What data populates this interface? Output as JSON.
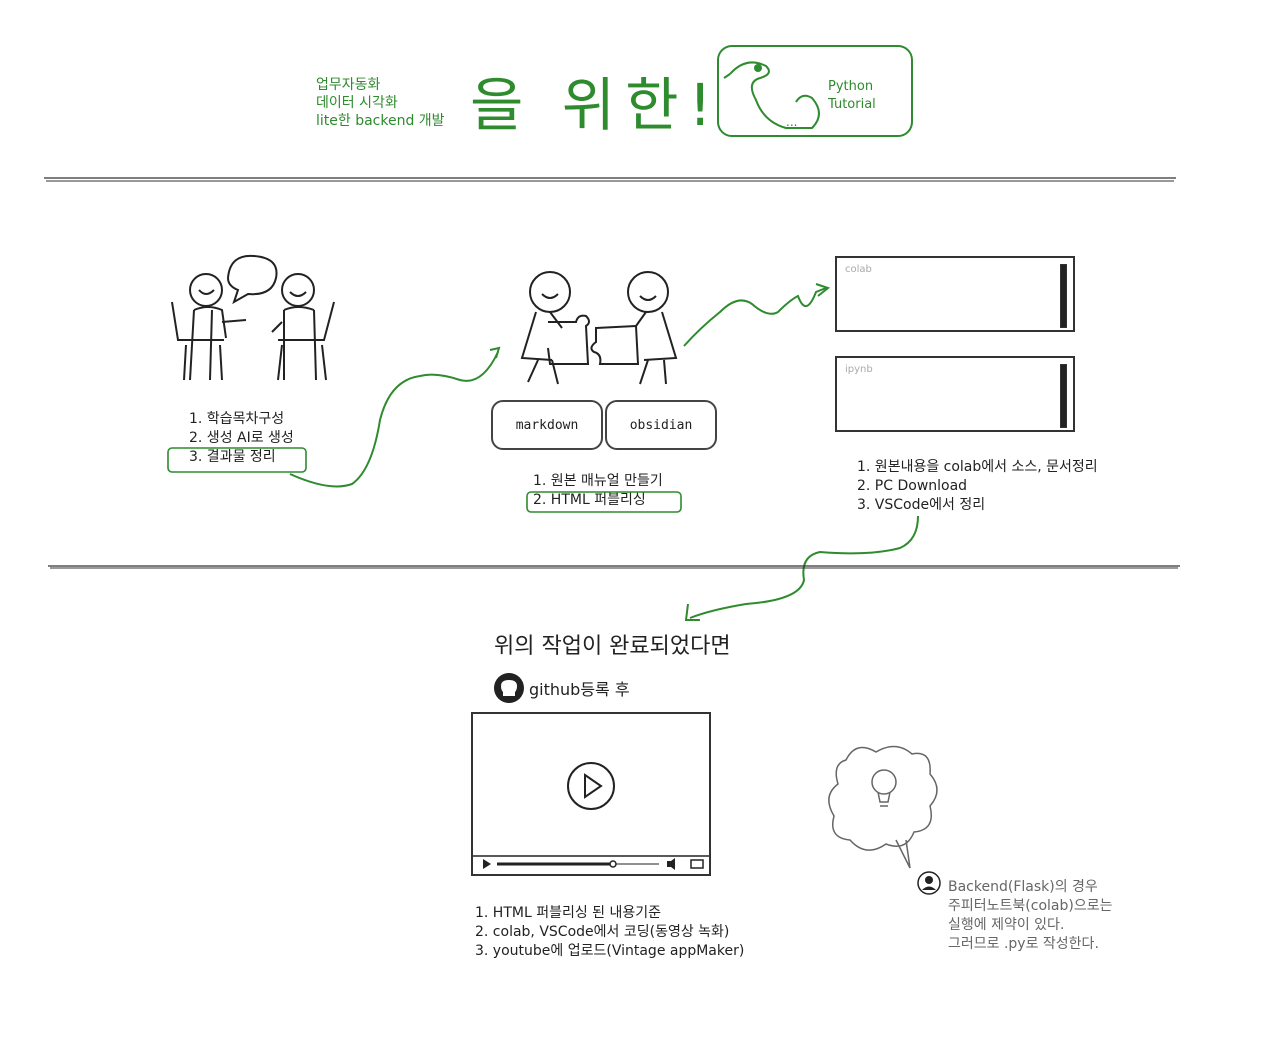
{
  "header": {
    "sub_lines": [
      "업무자동화",
      "데이터 시각화",
      "lite한 backend 개발"
    ],
    "title": "을 위한!",
    "badge": [
      "Python",
      "Tutorial"
    ]
  },
  "stage1": {
    "items": [
      "1. 학습목차구성",
      "2. 생성 AI로 생성",
      "3. 결과물 정리"
    ]
  },
  "stage2": {
    "pills": [
      "markdown",
      "obsidian"
    ],
    "items": [
      "1. 원본 매뉴얼 만들기",
      "2. HTML 퍼블리싱"
    ]
  },
  "stage3": {
    "panels": [
      "colab",
      "ipynb"
    ],
    "items": [
      "1. 원본내용을 colab에서 소스, 문서정리",
      "2. PC Download",
      "3. VSCode에서 정리"
    ]
  },
  "bottom": {
    "heading": "위의 작업이 완료되었다면",
    "github_label": "github등록 후",
    "items": [
      "1.  HTML 퍼블리싱 된 내용기준",
      "2. colab, VSCode에서 코딩(동영상 녹화)",
      "3. youtube에 업로드(Vintage appMaker)"
    ],
    "note": [
      "Backend(Flask)의 경우",
      "주피터노트북(colab)으로는",
      "실행에 제약이 있다.",
      "그러므로 .py로 작성한다."
    ]
  },
  "colors": {
    "accent": "#2e8b2e",
    "ink": "#222222",
    "muted": "#666666"
  }
}
